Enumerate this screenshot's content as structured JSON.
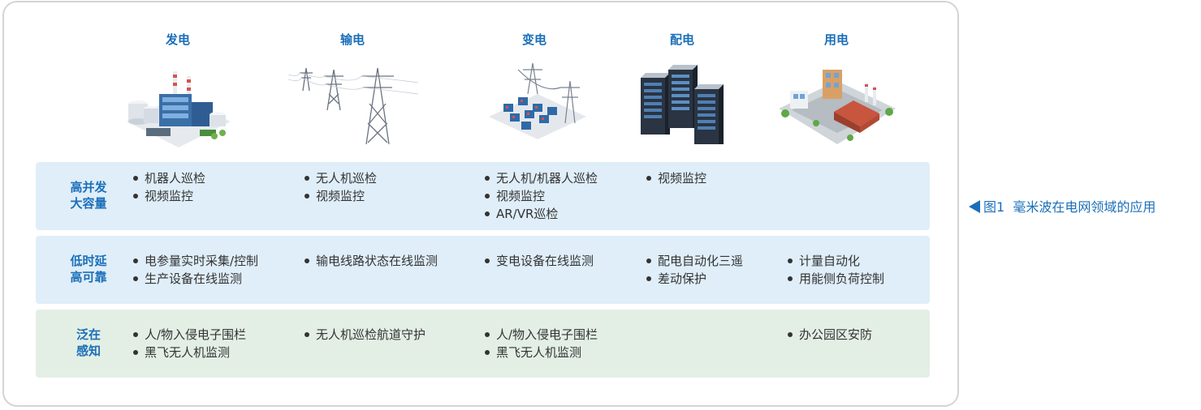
{
  "categories": [
    {
      "label": "发电",
      "icon": "power-plant-icon"
    },
    {
      "label": "输电",
      "icon": "transmission-tower-icon"
    },
    {
      "label": "变电",
      "icon": "substation-icon"
    },
    {
      "label": "配电",
      "icon": "server-rack-icon"
    },
    {
      "label": "用电",
      "icon": "city-block-icon"
    }
  ],
  "rows": [
    {
      "label_line1": "高并发",
      "label_line2": "大容量",
      "color": "#dfeef9",
      "cells": [
        [
          "机器人巡检",
          "视频监控"
        ],
        [
          "无人机巡检",
          "视频监控"
        ],
        [
          "无人机/机器人巡检",
          "视频监控",
          "AR/VR巡检"
        ],
        [
          "视频监控"
        ],
        []
      ]
    },
    {
      "label_line1": "低时延",
      "label_line2": "高可靠",
      "color": "#dfeef9",
      "cells": [
        [
          "电参量实时采集/控制",
          "生产设备在线监测"
        ],
        [
          "输电线路状态在线监测"
        ],
        [
          "变电设备在线监测"
        ],
        [
          "配电自动化三遥",
          "差动保护"
        ],
        [
          "计量自动化",
          "用能侧负荷控制"
        ]
      ]
    },
    {
      "label_line1": "泛在",
      "label_line2": "感知",
      "color": "#e3efe5",
      "cells": [
        [
          "人/物入侵电子围栏",
          "黑飞无人机监测"
        ],
        [
          "无人机巡检航道守护"
        ],
        [
          "人/物入侵电子围栏",
          "黑飞无人机监测"
        ],
        [],
        [
          "办公园区安防"
        ]
      ]
    }
  ],
  "caption": {
    "text": "图1  毫米波在电网领域的应用",
    "icon": "triangle-left-icon"
  },
  "colors": {
    "accent": "#1b6fb8",
    "band_blue": "#dfeef9",
    "band_green": "#e3efe5",
    "border": "#d4d4d4"
  }
}
